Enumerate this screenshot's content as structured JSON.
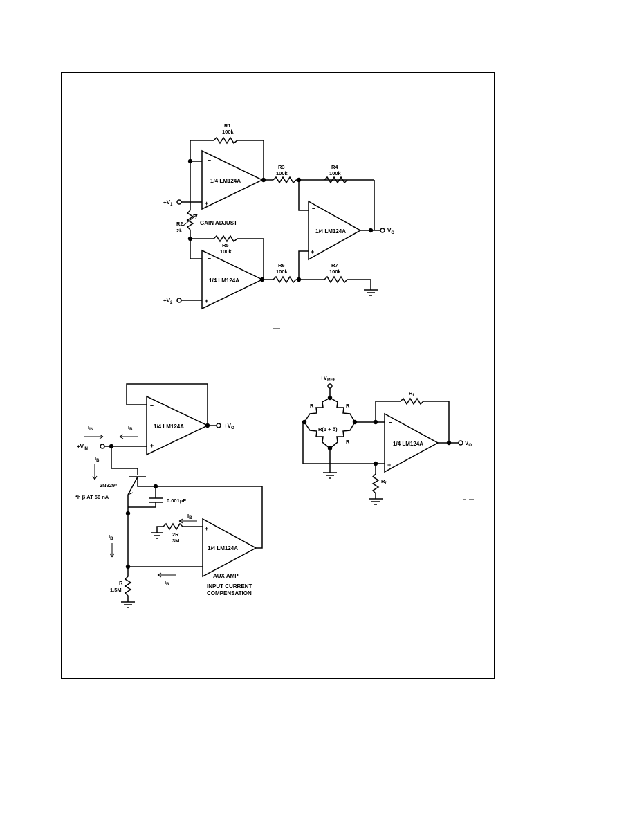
{
  "instrumentation_amp": {
    "opamp_label": "1/4 LM124A",
    "r1_name": "R1",
    "r1_value": "100k",
    "r2_name": "R2",
    "r2_value": "2k",
    "gain_adjust": "GAIN ADJUST",
    "r3_name": "R3",
    "r3_value": "100k",
    "r4_name": "R4",
    "r4_value": "100k",
    "r5_name": "R5",
    "r5_value": "100k",
    "r6_name": "R6",
    "r6_value": "100k",
    "r7_name": "R7",
    "r7_value": "100k",
    "v1": "+V",
    "v1_sub": "1",
    "v2": "+V",
    "v2_sub": "2",
    "vo": "V",
    "vo_sub": "O"
  },
  "follower_circuit": {
    "opamp_label": "1/4 LM124A",
    "vo": "+V",
    "vo_sub": "O",
    "vin": "+V",
    "vin_sub": "IN",
    "iin": "I",
    "iin_sub": "IN",
    "ib": "I",
    "ib_sub": "B",
    "transistor": "2N929*",
    "footnote": "*h",
    "footnote_beta": "β",
    "footnote_rest": "AT 50 nA",
    "capacitor": "0.001μF",
    "r2r_name": "2R",
    "r2r_value": "3M",
    "aux_opamp_label": "1/4 LM124A",
    "r_name": "R",
    "r_value": "1.5M",
    "aux_amp": "AUX AMP",
    "comp_line1": "INPUT CURRENT",
    "comp_line2": "COMPENSATION"
  },
  "bridge_circuit": {
    "vref": "+V",
    "vref_sub": "REF",
    "r": "R",
    "r_delta": "R(1 + δ)",
    "rf": "R",
    "rf_sub": "f",
    "opamp_label": "1/4 LM124A",
    "vo": "V",
    "vo_sub": "O"
  }
}
